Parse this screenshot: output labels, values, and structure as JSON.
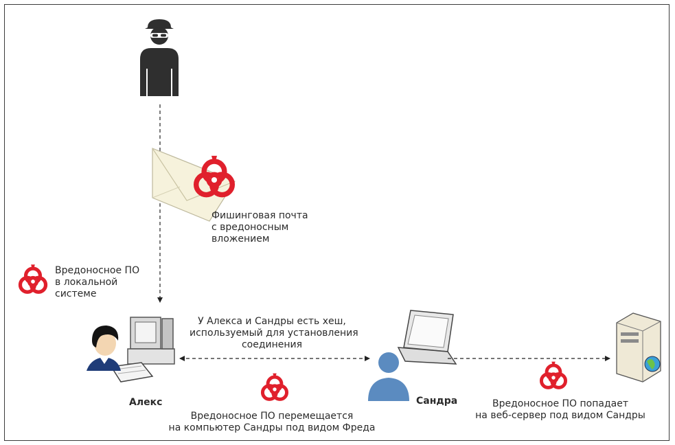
{
  "labels": {
    "phishing_line1": "Фишинговая почта",
    "phishing_line2": "с вредоносным",
    "phishing_line3": "вложением",
    "local_line1": "Вредоносное ПО",
    "local_line2": "в локальной",
    "local_line3": "системе",
    "hash_line1": "У Алекса и Сандры есть хеш,",
    "hash_line2": "используемый для установления",
    "hash_line3": "соединения",
    "alex": "Алекс",
    "sandra": "Сандра",
    "move_line1": "Вредоносное ПО перемещается",
    "move_line2": "на компьютер Сандры под видом Фреда",
    "server_line1": "Вредоносное ПО попадает",
    "server_line2": "на веб-сервер под видом Сандры"
  },
  "icons": {
    "attacker": "hacker-icon",
    "mail": "envelope-icon",
    "hazard": "biohazard-icon",
    "alex_user": "user-icon",
    "alex_pc": "desktop-computer-icon",
    "sandra_user": "user-silhouette-icon",
    "sandra_pc": "laptop-icon",
    "server": "web-server-icon"
  },
  "colors": {
    "hazard": "#e0202c",
    "attacker": "#2f2f2f",
    "sandra_user": "#5b8bc0"
  }
}
